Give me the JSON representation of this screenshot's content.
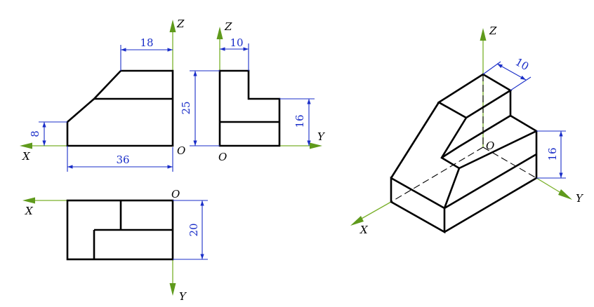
{
  "front_view": {
    "dimensions": {
      "width_top": "18",
      "height_left": "8",
      "width_total": "36"
    },
    "axis_labels": {
      "z": "Z",
      "x": "X",
      "origin": "O"
    }
  },
  "side_view": {
    "dimensions": {
      "width_top": "10",
      "height_total": "25",
      "height_right": "16"
    },
    "axis_labels": {
      "z": "Z",
      "y": "Y",
      "origin": "O"
    }
  },
  "top_view": {
    "dimensions": {
      "depth": "20"
    },
    "axis_labels": {
      "x": "X",
      "y": "Y",
      "origin": "O"
    }
  },
  "isometric_view": {
    "dimensions": {
      "top_width": "10",
      "right_height": "16"
    },
    "axis_labels": {
      "z": "Z",
      "x": "X",
      "y": "Y",
      "origin": "O"
    }
  },
  "colors": {
    "outline": "#000000",
    "dimension": "#1a2ec8",
    "axis": "#7ab02a"
  }
}
